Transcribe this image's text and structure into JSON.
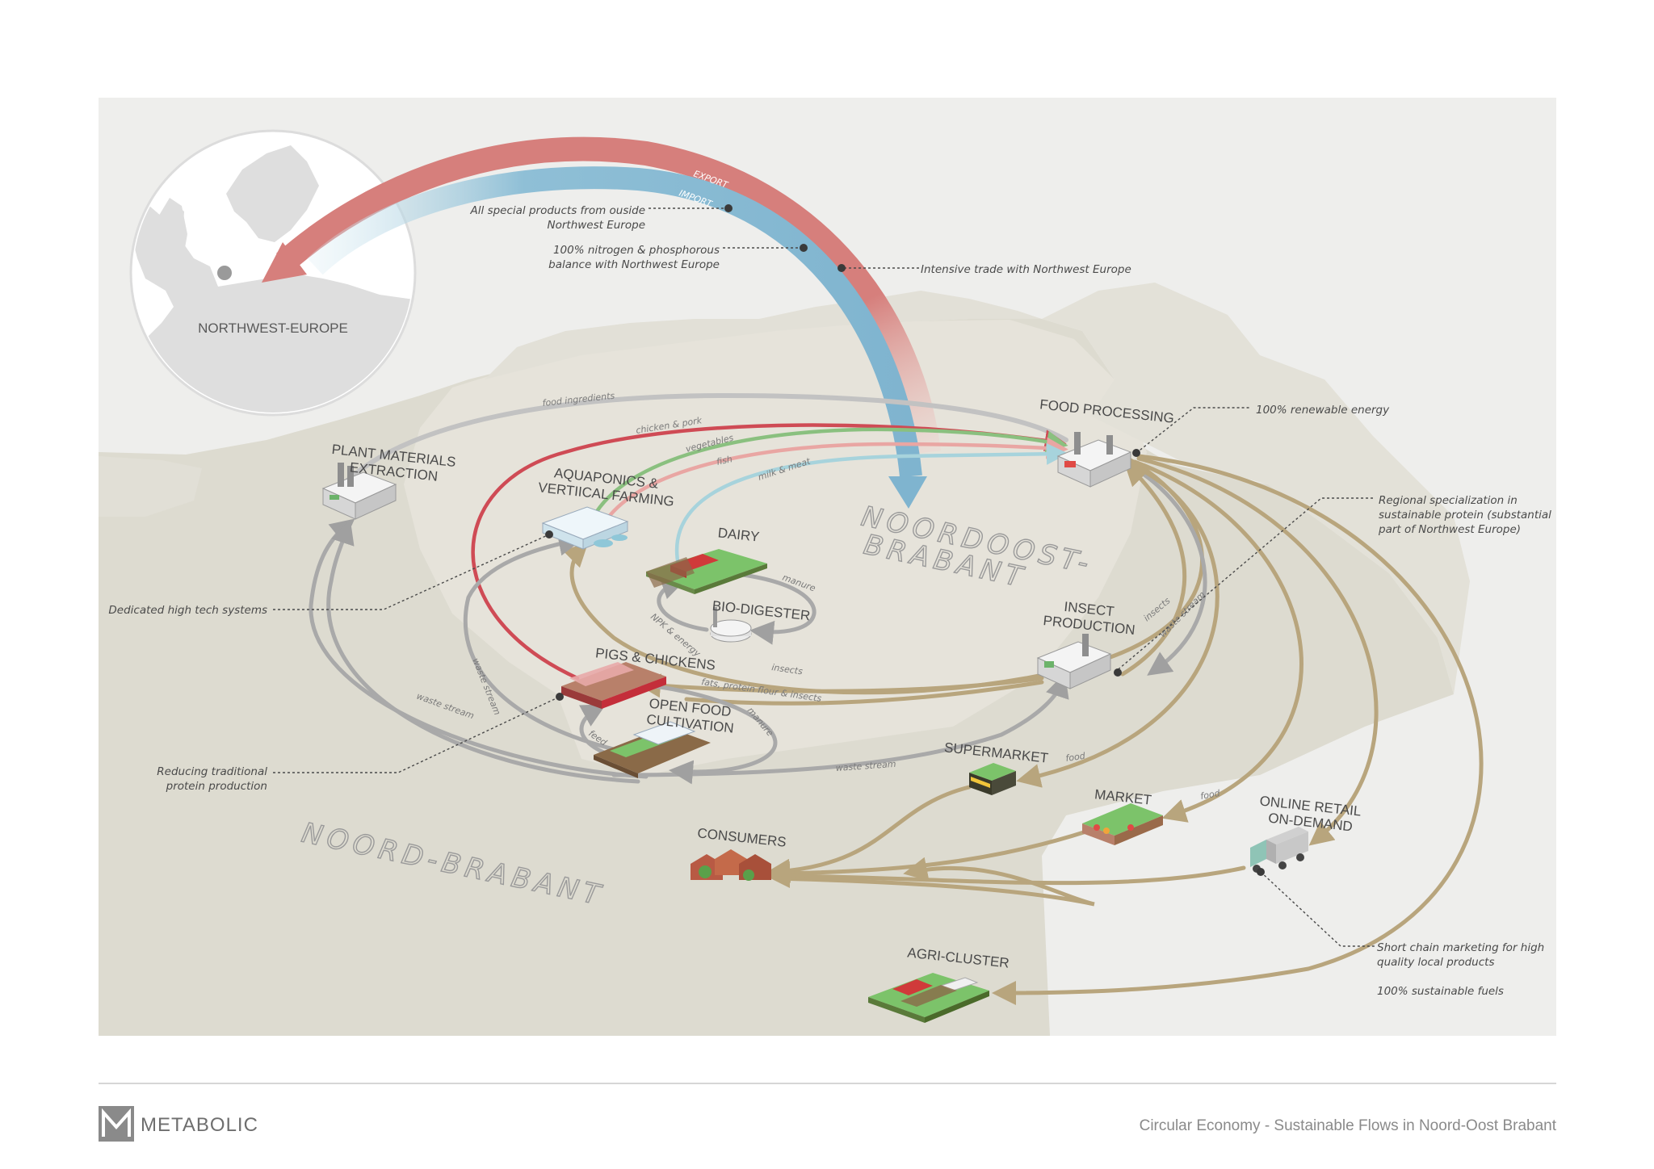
{
  "regions": {
    "northwest_europe": "NORTHWEST-EUROPE",
    "noordoost_brabant_line1": "NOORDOOST-",
    "noordoost_brabant_line2": "BRABANT",
    "noord_brabant": "NOORD-BRABANT"
  },
  "arc": {
    "export": "EXPORT",
    "import": "IMPORT"
  },
  "nodes": {
    "food_processing": "FOOD PROCESSING",
    "plant_materials_1": "PLANT MATERIALS",
    "plant_materials_2": "EXTRACTION",
    "aquaponics_1": "AQUAPONICS &",
    "aquaponics_2": "VERTIICAL FARMING",
    "dairy": "DAIRY",
    "bio_digester": "BIO-DIGESTER",
    "insect_1": "INSECT",
    "insect_2": "PRODUCTION",
    "pigs_chickens": "PIGS & CHICKENS",
    "open_food_1": "OPEN FOOD",
    "open_food_2": "CULTIVATION",
    "supermarket": "SUPERMARKET",
    "market": "MARKET",
    "online_retail_1": "ONLINE RETAIL",
    "online_retail_2": "ON-DEMAND",
    "consumers": "CONSUMERS",
    "agri_cluster": "AGRI-CLUSTER"
  },
  "flows": {
    "food_ingredients": "food ingredients",
    "chicken_pork": "chicken & pork",
    "vegetables": "vegetables",
    "fish": "fish",
    "milk_meat": "milk & meat",
    "manure_dairy": "manure",
    "npk_energy": "NPK & energy",
    "insects_right": "insects",
    "waste_stream_right": "waste stream",
    "insects_mid": "insects",
    "fats": "fats, protein flour & insects",
    "waste_stream_left": "waste stream",
    "waste_stream_inner": "waste stream",
    "waste_stream_bottom": "waste stream",
    "manure_pigs": "manure",
    "feed": "feed",
    "food_super": "food",
    "food_market": "food"
  },
  "notes": {
    "special_1": "All special products from ouside",
    "special_2": "Northwest Europe",
    "nitrogen_1": "100% nitrogen & phosphorous",
    "nitrogen_2": "balance with Northwest Europe",
    "intensive": "Intensive trade with Northwest Europe",
    "renewable": "100% renewable energy",
    "regional_1": "Regional specialization in",
    "regional_2": "sustainable protein (substantial",
    "regional_3": "part of Northwest Europe)",
    "hightech": "Dedicated high tech systems",
    "reducing_1": "Reducing traditional",
    "reducing_2": "protein production",
    "short_1": "Short chain marketing for high",
    "short_2": "quality local products",
    "fuels": "100% sustainable fuels"
  },
  "footer": {
    "brand": "METABOLIC",
    "title": "Circular Economy - Sustainable Flows in Noord-Oost Brabant"
  },
  "colors": {
    "panel": "#eeeeec",
    "land": "#dddbd0",
    "noordoost_land": "#e4e1d8",
    "export": "#d67f7c",
    "import": "#8fbfd6",
    "gold": "#b8a57d",
    "red_flow": "#cf4b55",
    "green_flow": "#8ac07f",
    "pink_flow": "#e9a6a3",
    "blue_flow": "#a7d3dc",
    "grey_flow": "#a9a9a9"
  },
  "icon_names": [
    "factory-icon",
    "greenhouse-icon",
    "barn-icon",
    "bio-digester-icon",
    "shop-icon",
    "market-stall-icon",
    "truck-icon",
    "houses-icon",
    "farm-cluster-icon",
    "metabolic-logo"
  ]
}
